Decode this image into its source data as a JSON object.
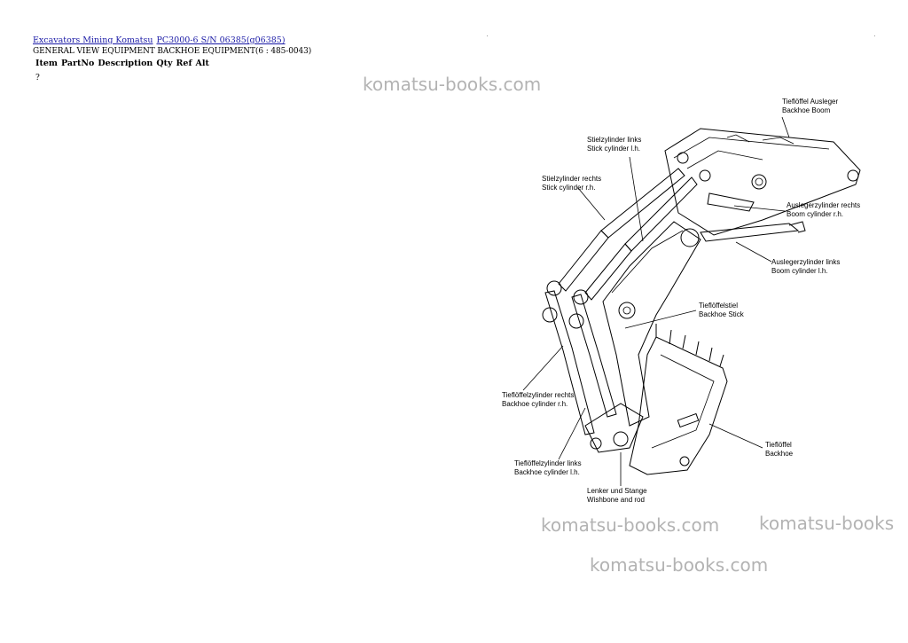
{
  "breadcrumb": {
    "links": [
      "Excavators Mining Komatsu",
      "PC3000-6 S/N 06385(g06385)"
    ]
  },
  "subtitle": "GENERAL VIEW EQUIPMENT BACKHOE EQUIPMENT(6 : 485-0043)",
  "table": {
    "headers": [
      "Item",
      "PartNo",
      "Description",
      "Qty",
      "Ref",
      "Alt"
    ],
    "row_item": "?"
  },
  "watermarks": [
    "komatsu-books.com",
    "komatsu-books.com",
    "komatsu-books",
    "komatsu-books.com"
  ],
  "diagram_labels": {
    "boom_de": "Tieflöffel Ausleger",
    "boom_en": "Backhoe Boom",
    "stick_cyl_lh_de": "Stielzylinder links",
    "stick_cyl_lh_en": "Stick cylinder l.h.",
    "stick_cyl_rh_de": "Stielzylinder rechts",
    "stick_cyl_rh_en": "Stick cylinder r.h.",
    "boom_cyl_rh_de": "Auslegerzylinder rechts",
    "boom_cyl_rh_en": "Boom cylinder r.h.",
    "boom_cyl_lh_de": "Auslegerzylinder links",
    "boom_cyl_lh_en": "Boom cylinder l.h.",
    "stick_de": "Tieflöffelstiel",
    "stick_en": "Backhoe Stick",
    "bucket_cyl_rh_de": "Tieflöffelzylinder rechts",
    "bucket_cyl_rh_en": "Backhoe cylinder r.h.",
    "bucket_de": "Tieflöffel",
    "bucket_en": "Backhoe",
    "bucket_cyl_lh_de": "Tieflöffelzylinder links",
    "bucket_cyl_lh_en": "Backhoe cylinder l.h.",
    "wishbone_de": "Lenker und Stange",
    "wishbone_en": "Wishbone and rod"
  }
}
